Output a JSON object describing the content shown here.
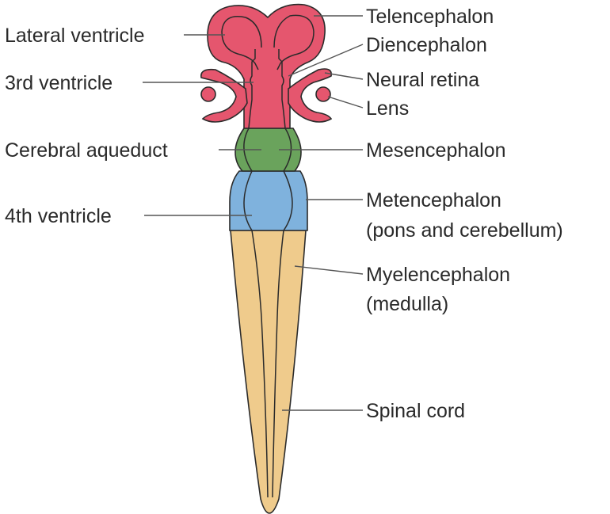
{
  "colors": {
    "forebrain": "#e5566e",
    "midbrain": "#6aa35c",
    "hindbrain": "#7fb2dd",
    "cord": "#efcb8c",
    "outline": "#2b2b2b",
    "leader": "#555555",
    "text": "#2a2a2a"
  },
  "labels_left": {
    "lateral_ventricle": "Lateral ventricle",
    "third_ventricle": "3rd ventricle",
    "cerebral_aqueduct": "Cerebral aqueduct",
    "fourth_ventricle": "4th ventricle"
  },
  "labels_right": {
    "telencephalon": "Telencephalon",
    "diencephalon": "Diencephalon",
    "neural_retina": "Neural retina",
    "lens": "Lens",
    "mesencephalon": "Mesencephalon",
    "metencephalon": "Metencephalon",
    "metencephalon_note": "(pons and cerebellum)",
    "myelencephalon": "Myelencephalon",
    "myelencephalon_note": "(medulla)",
    "spinal_cord": "Spinal cord"
  }
}
